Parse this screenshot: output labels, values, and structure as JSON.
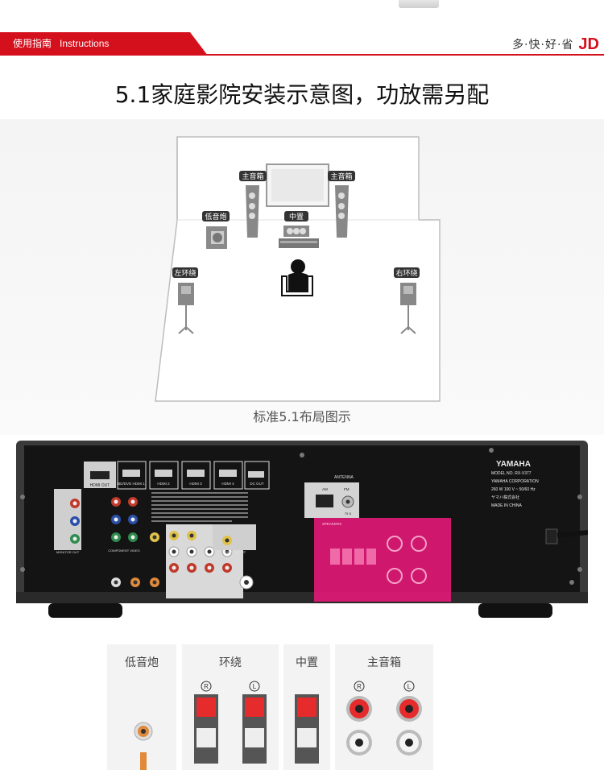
{
  "header": {
    "tab_cn": "使用指南",
    "tab_en": "Instructions",
    "slogan": "多·快·好·省",
    "brand": "JD",
    "accent_color": "#d5101d"
  },
  "title": "5.1家庭影院安装示意图，功放需另配",
  "room": {
    "labels": {
      "main_left": "主音箱",
      "main_right": "主音箱",
      "subwoofer": "低音炮",
      "center": "中置",
      "surround_left": "左环绕",
      "surround_right": "右环绕"
    },
    "caption": "标准5.1布局图示"
  },
  "receiver": {
    "brand": "YAMAHA",
    "model": "MODEL NO. RX-V377",
    "corp": "YAMAHA CORPORATION",
    "power": "260 W  100 V ~  50/60 Hz",
    "jp_name": "ヤマハ株式会社",
    "made_in": "MADE IN CHINA",
    "hdmi_out": "HDMI OUT",
    "hdmi_inputs": [
      "BD/DVD HDMI 1",
      "HDMI 2",
      "HDMI 3",
      "HDMI 4"
    ],
    "dc_out": "DC OUT",
    "antenna": "ANTENNA",
    "am": "AM",
    "fm": "FM",
    "fm_ohm": "75 Ω",
    "speakers_label": "SPEAKERS",
    "monitor_out": "MONITOR OUT",
    "component_video": "COMPONENT VIDEO",
    "highlight_color": "#e8187a"
  },
  "terminals": {
    "subwoofer": "低音炮",
    "surround": "环绕",
    "center": "中置",
    "main": "主音箱",
    "r_mark": "R",
    "l_mark": "L"
  }
}
